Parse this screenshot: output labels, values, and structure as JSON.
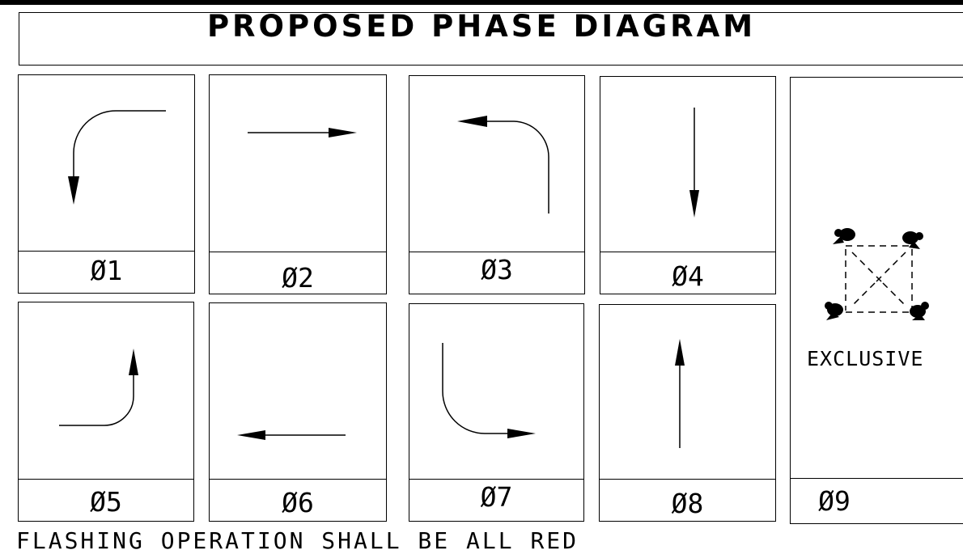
{
  "title": "PROPOSED PHASE DIAGRAM",
  "phases": [
    {
      "id": "p1",
      "label": "Ø1",
      "movement": "left-turn-arrow"
    },
    {
      "id": "p2",
      "label": "Ø2",
      "movement": "through-arrow-right"
    },
    {
      "id": "p3",
      "label": "Ø3",
      "movement": "left-turn-arrow"
    },
    {
      "id": "p4",
      "label": "Ø4",
      "movement": "through-arrow-down"
    },
    {
      "id": "p5",
      "label": "Ø5",
      "movement": "left-turn-arrow"
    },
    {
      "id": "p6",
      "label": "Ø6",
      "movement": "through-arrow-left"
    },
    {
      "id": "p7",
      "label": "Ø7",
      "movement": "left-turn-arrow"
    },
    {
      "id": "p8",
      "label": "Ø8",
      "movement": "through-arrow-up"
    },
    {
      "id": "p9",
      "label": "Ø9",
      "movement": "pedestrian-exclusive-icon"
    }
  ],
  "exclusive_label": "EXCLUSIVE",
  "note": "FLASHING OPERATION SHALL BE ALL RED"
}
